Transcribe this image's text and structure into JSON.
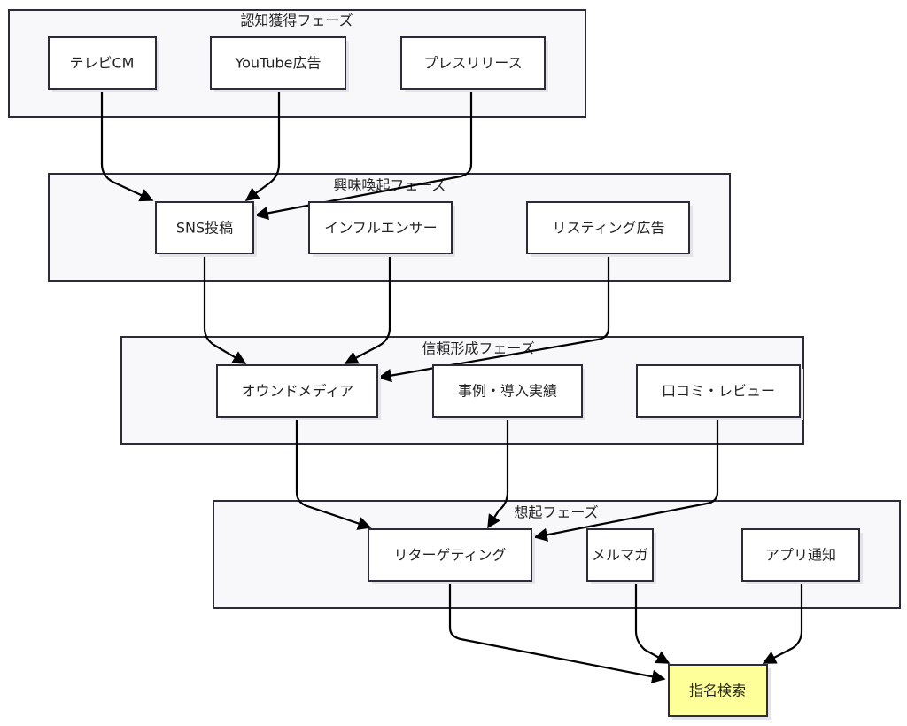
{
  "groups": {
    "awareness": {
      "title": "認知獲得フェーズ",
      "nodes": [
        "テレビCM",
        "YouTube広告",
        "プレスリリース"
      ]
    },
    "interest": {
      "title": "興味喚起フェーズ",
      "nodes": [
        "SNS投稿",
        "インフルエンサー",
        "リスティング広告"
      ]
    },
    "trust": {
      "title": "信頼形成フェーズ",
      "nodes": [
        "オウンドメディア",
        "事例・導入実績",
        "口コミ・レビュー"
      ]
    },
    "recall": {
      "title": "想起フェーズ",
      "nodes": [
        "リターゲティング",
        "メルマガ",
        "アプリ通知"
      ]
    }
  },
  "final": {
    "label": "指名検索",
    "fill": "#ffff99"
  },
  "edges": [
    [
      "テレビCM",
      "SNS投稿"
    ],
    [
      "YouTube広告",
      "SNS投稿"
    ],
    [
      "プレスリリース",
      "SNS投稿"
    ],
    [
      "SNS投稿",
      "オウンドメディア"
    ],
    [
      "インフルエンサー",
      "オウンドメディア"
    ],
    [
      "リスティング広告",
      "オウンドメディア"
    ],
    [
      "オウンドメディア",
      "リターゲティング"
    ],
    [
      "事例・導入実績",
      "リターゲティング"
    ],
    [
      "口コミ・レビュー",
      "リターゲティング"
    ],
    [
      "リターゲティング",
      "指名検索"
    ],
    [
      "メルマガ",
      "指名検索"
    ],
    [
      "アプリ通知",
      "指名検索"
    ]
  ]
}
